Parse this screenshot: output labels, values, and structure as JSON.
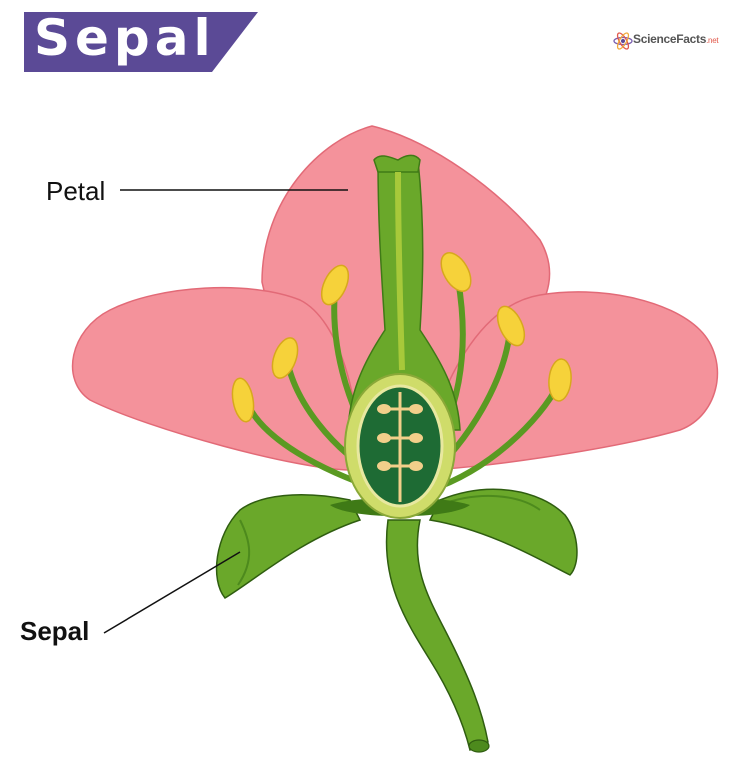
{
  "header": {
    "title": "Sepal",
    "banner_color": "#5b4a96"
  },
  "logo": {
    "name": "ScienceFacts",
    "suffix": ".net"
  },
  "labels": {
    "petal": "Petal",
    "sepal": "Sepal"
  },
  "colors": {
    "petal_fill": "#f4929b",
    "petal_stroke": "#e26a77",
    "stem": "#6aa82a",
    "stem_dark": "#3f7a16",
    "anther": "#f6d23a",
    "ovary": "#1e6b34"
  }
}
